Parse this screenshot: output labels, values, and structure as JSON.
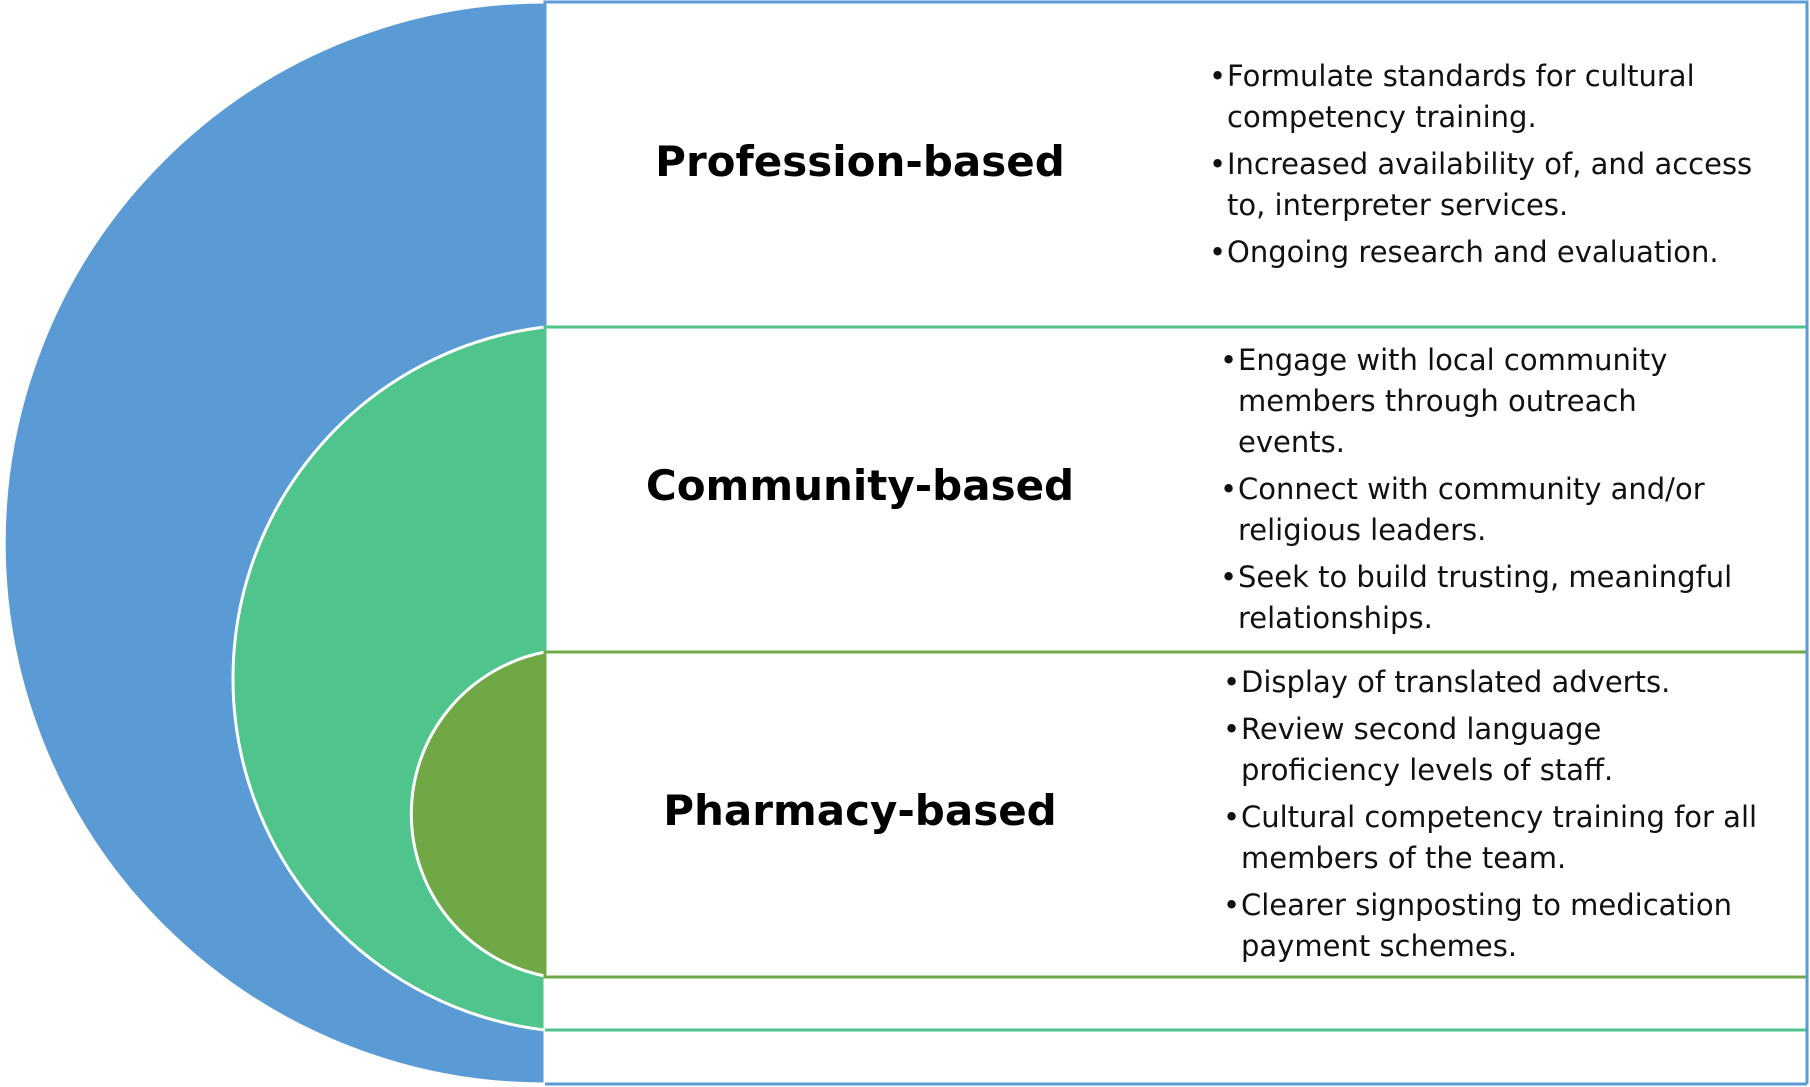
{
  "levels": [
    {
      "title": "Profession-based",
      "color": "#5b9bd5",
      "items": [
        "Formulate standards for cultural competency training.",
        "Increased availability of, and access to, interpreter services.",
        "Ongoing research and evaluation."
      ]
    },
    {
      "title": "Community-based",
      "color": "#4fc48c",
      "items": [
        "Engage with local community members through outreach events.",
        "Connect with community and/or religious leaders.",
        "Seek to build trusting, meaningful relationships."
      ]
    },
    {
      "title": "Pharmacy-based",
      "color": "#71a846",
      "items": [
        "Display of translated adverts.",
        "Review second language proficiency levels of staff.",
        "Cultural competency training for all members of the team.",
        "Clearer signposting to medication payment schemes."
      ]
    }
  ]
}
